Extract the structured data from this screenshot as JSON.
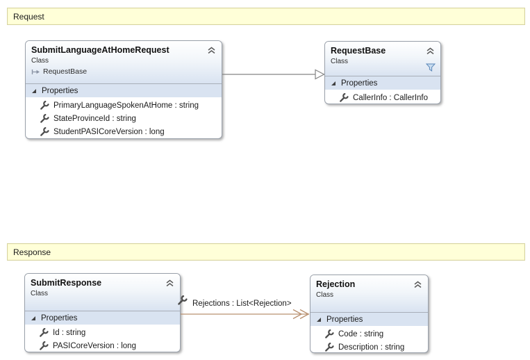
{
  "groups": {
    "request": {
      "label": "Request"
    },
    "response": {
      "label": "Response"
    }
  },
  "classes": {
    "submitLanguageAtHomeRequest": {
      "name": "SubmitLanguageAtHomeRequest",
      "kind": "Class",
      "base": "RequestBase",
      "compartment": "Properties",
      "members": [
        "PrimaryLanguageSpokenAtHome : string",
        "StateProvinceId : string",
        "StudentPASICoreVersion : long"
      ]
    },
    "requestBase": {
      "name": "RequestBase",
      "kind": "Class",
      "compartment": "Properties",
      "members": [
        "CallerInfo : CallerInfo"
      ]
    },
    "submitResponse": {
      "name": "SubmitResponse",
      "kind": "Class",
      "compartment": "Properties",
      "members": [
        "Id : string",
        "PASICoreVersion : long"
      ]
    },
    "rejection": {
      "name": "Rejection",
      "kind": "Class",
      "compartment": "Properties",
      "members": [
        "Code : string",
        "Description : string"
      ]
    }
  },
  "connectors": {
    "inheritance": {
      "type": "inheritance",
      "from": "SubmitLanguageAtHomeRequest",
      "to": "RequestBase"
    },
    "association": {
      "type": "association",
      "from": "SubmitResponse",
      "to": "Rejection",
      "label": "Rejections : List<Rejection>"
    }
  },
  "colors": {
    "group_fill": "#FFFFD8",
    "group_border": "#D6D3A0",
    "box_border": "#9AA1AB",
    "header_gradient_bottom": "#D9E3F1",
    "compartment_fill": "#D9E3F1",
    "inheritance_line": "#848484",
    "association_line": "#B9906F",
    "filter_icon_fill": "#C8DCF0",
    "filter_icon_stroke": "#5B87B8",
    "wrench_icon": "#4D4D4D"
  }
}
